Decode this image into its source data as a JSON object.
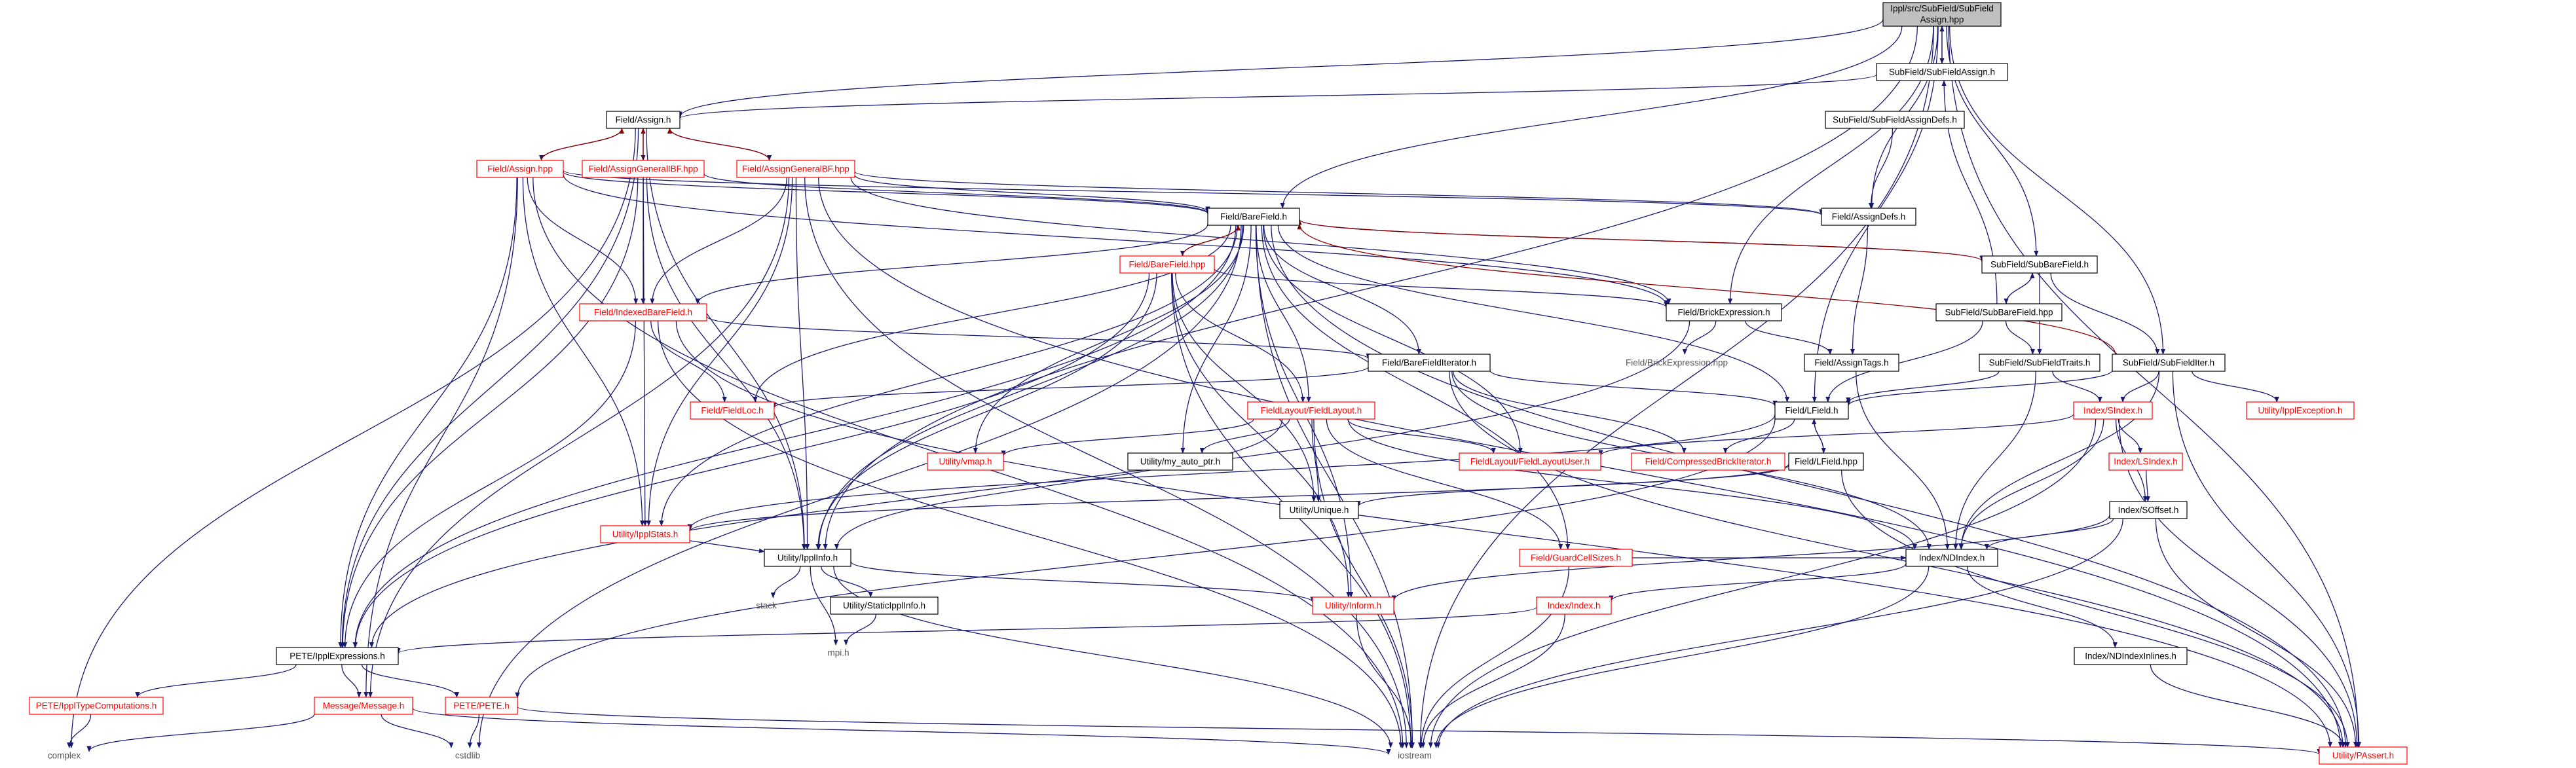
{
  "colors": {
    "edge": "#191970",
    "edge_reverse": "#8b0000",
    "node_border": "#000000",
    "node_border_incomplete": "#ff0000",
    "node_fill": "#ffffff",
    "root_fill": "#bfbfbf",
    "text": "#000000",
    "text_incomplete": "#ff0000",
    "plain_text": "#555555"
  },
  "nodes": [
    {
      "id": "root",
      "label": "Ippl/src/SubField/SubField",
      "label2": "Assign.hpp",
      "style": "root"
    },
    {
      "id": "subfieldassign_h",
      "label": "SubField/SubFieldAssign.h",
      "style": "normal"
    },
    {
      "id": "subfieldassigndefs_h",
      "label": "SubField/SubFieldAssignDefs.h",
      "style": "normal"
    },
    {
      "id": "field_assign_h",
      "label": "Field/Assign.h",
      "style": "normal"
    },
    {
      "id": "field_assign_hpp",
      "label": "Field/Assign.hpp",
      "style": "incomplete"
    },
    {
      "id": "assigngeneralibf_hpp",
      "label": "Field/AssignGeneralIBF.hpp",
      "style": "incomplete"
    },
    {
      "id": "assigngeneralbf_hpp",
      "label": "Field/AssignGeneralBF.hpp",
      "style": "incomplete"
    },
    {
      "id": "assigndefs_h",
      "label": "Field/AssignDefs.h",
      "style": "normal"
    },
    {
      "id": "barefield_h",
      "label": "Field/BareField.h",
      "style": "normal"
    },
    {
      "id": "barefield_hpp",
      "label": "Field/BareField.hpp",
      "style": "incomplete"
    },
    {
      "id": "subbarefield_h",
      "label": "SubField/SubBareField.h",
      "style": "normal"
    },
    {
      "id": "subbarefield_hpp",
      "label": "SubField/SubBareField.hpp",
      "style": "normal"
    },
    {
      "id": "indexedbarefield_h",
      "label": "Field/IndexedBareField.h",
      "style": "incomplete"
    },
    {
      "id": "brickexpression_h",
      "label": "Field/BrickExpression.h",
      "style": "normal"
    },
    {
      "id": "brickexpression_hpp",
      "label": "Field/BrickExpression.hpp",
      "style": "plain"
    },
    {
      "id": "assigntags_h",
      "label": "Field/AssignTags.h",
      "style": "normal"
    },
    {
      "id": "subfieldtraits_h",
      "label": "SubField/SubFieldTraits.h",
      "style": "normal"
    },
    {
      "id": "subfielditer_h",
      "label": "SubField/SubFieldIter.h",
      "style": "normal"
    },
    {
      "id": "barefielditerator_h",
      "label": "Field/BareFieldIterator.h",
      "style": "normal"
    },
    {
      "id": "fieldloc_h",
      "label": "Field/FieldLoc.h",
      "style": "incomplete"
    },
    {
      "id": "lfield_h",
      "label": "Field/LField.h",
      "style": "normal"
    },
    {
      "id": "lfield_hpp",
      "label": "Field/LField.hpp",
      "style": "normal"
    },
    {
      "id": "sindex_h",
      "label": "Index/SIndex.h",
      "style": "incomplete"
    },
    {
      "id": "lsindex_h",
      "label": "Index/LSIndex.h",
      "style": "incomplete"
    },
    {
      "id": "soffset_h",
      "label": "Index/SOffset.h",
      "style": "normal"
    },
    {
      "id": "ipplexception_h",
      "label": "Utility/IpplException.h",
      "style": "incomplete"
    },
    {
      "id": "fieldlayout_h",
      "label": "FieldLayout/FieldLayout.h",
      "style": "incomplete"
    },
    {
      "id": "fieldlayoutuser_h",
      "label": "FieldLayout/FieldLayoutUser.h",
      "style": "incomplete"
    },
    {
      "id": "compressedbrickiterator_h",
      "label": "Field/CompressedBrickIterator.h",
      "style": "incomplete"
    },
    {
      "id": "vmap_h",
      "label": "Utility/vmap.h",
      "style": "incomplete"
    },
    {
      "id": "my_auto_ptr_h",
      "label": "Utility/my_auto_ptr.h",
      "style": "normal"
    },
    {
      "id": "unique_h",
      "label": "Utility/Unique.h",
      "style": "normal"
    },
    {
      "id": "guardcellsizes_h",
      "label": "Field/GuardCellSizes.h",
      "style": "incomplete"
    },
    {
      "id": "ipplstats_h",
      "label": "Utility/IpplStats.h",
      "style": "incomplete"
    },
    {
      "id": "ipplinfo_h",
      "label": "Utility/IpplInfo.h",
      "style": "normal"
    },
    {
      "id": "ndindex_h",
      "label": "Index/NDIndex.h",
      "style": "normal"
    },
    {
      "id": "stack",
      "label": "stack",
      "style": "plain"
    },
    {
      "id": "staticipplinfo_h",
      "label": "Utility/StaticIpplInfo.h",
      "style": "normal"
    },
    {
      "id": "mpi_h",
      "label": "mpi.h",
      "style": "plain"
    },
    {
      "id": "inform_h",
      "label": "Utility/Inform.h",
      "style": "incomplete"
    },
    {
      "id": "index_h",
      "label": "Index/Index.h",
      "style": "incomplete"
    },
    {
      "id": "ndindexinlines_h",
      "label": "Index/NDIndexInlines.h",
      "style": "normal"
    },
    {
      "id": "ipplexpressions_h",
      "label": "PETE/IpplExpressions.h",
      "style": "normal"
    },
    {
      "id": "ippltypecomputations_h",
      "label": "PETE/IpplTypeComputations.h",
      "style": "incomplete"
    },
    {
      "id": "message_h",
      "label": "Message/Message.h",
      "style": "incomplete"
    },
    {
      "id": "pete_h",
      "label": "PETE/PETE.h",
      "style": "incomplete"
    },
    {
      "id": "complex",
      "label": "complex",
      "style": "plain"
    },
    {
      "id": "cstdlib",
      "label": "cstdlib",
      "style": "plain"
    },
    {
      "id": "iostream",
      "label": "iostream",
      "style": "plain"
    },
    {
      "id": "passert_h",
      "label": "Utility/PAssert.h",
      "style": "incomplete"
    }
  ],
  "edges": [
    [
      "root",
      "subfieldassign_h"
    ],
    [
      "root",
      "field_assign_h"
    ],
    [
      "root",
      "assigndefs_h"
    ],
    [
      "root",
      "barefield_h"
    ],
    [
      "root",
      "subbarefield_h"
    ],
    [
      "root",
      "brickexpression_h"
    ],
    [
      "root",
      "subfielditer_h"
    ],
    [
      "root",
      "lfield_h"
    ],
    [
      "root",
      "ipplinfo_h"
    ],
    [
      "root",
      "iostream"
    ],
    [
      "root",
      "passert_h"
    ],
    [
      "subfieldassign_h",
      "root"
    ],
    [
      "subfieldassign_h",
      "field_assign_h"
    ],
    [
      "subfieldassigndefs_h",
      "assigndefs_h"
    ],
    [
      "field_assign_h",
      "field_assign_hpp"
    ],
    [
      "field_assign_h",
      "assigngeneralibf_hpp"
    ],
    [
      "field_assign_h",
      "assigngeneralbf_hpp"
    ],
    [
      "field_assign_h",
      "ipplexpressions_h"
    ],
    [
      "field_assign_h",
      "ipplinfo_h"
    ],
    [
      "field_assign_h",
      "complex"
    ],
    [
      "field_assign_hpp",
      "field_assign_h"
    ],
    [
      "field_assign_hpp",
      "barefield_h"
    ],
    [
      "field_assign_hpp",
      "indexedbarefield_h"
    ],
    [
      "field_assign_hpp",
      "brickexpression_h"
    ],
    [
      "field_assign_hpp",
      "assigndefs_h"
    ],
    [
      "field_assign_hpp",
      "ipplstats_h"
    ],
    [
      "field_assign_hpp",
      "ipplexpressions_h"
    ],
    [
      "field_assign_hpp",
      "iostream"
    ],
    [
      "field_assign_hpp",
      "message_h"
    ],
    [
      "assigngeneralibf_hpp",
      "field_assign_h"
    ],
    [
      "assigngeneralibf_hpp",
      "barefield_h"
    ],
    [
      "assigngeneralibf_hpp",
      "indexedbarefield_h"
    ],
    [
      "assigngeneralibf_hpp",
      "ipplstats_h"
    ],
    [
      "assigngeneralibf_hpp",
      "ipplinfo_h"
    ],
    [
      "assigngeneralibf_hpp",
      "ipplexpressions_h"
    ],
    [
      "assigngeneralbf_hpp",
      "field_assign_h"
    ],
    [
      "assigngeneralbf_hpp",
      "barefield_h"
    ],
    [
      "assigngeneralbf_hpp",
      "brickexpression_h"
    ],
    [
      "assigngeneralbf_hpp",
      "indexedbarefield_h"
    ],
    [
      "assigngeneralbf_hpp",
      "assigndefs_h"
    ],
    [
      "assigngeneralbf_hpp",
      "ipplinfo_h"
    ],
    [
      "assigngeneralbf_hpp",
      "ipplstats_h"
    ],
    [
      "assigngeneralbf_hpp",
      "message_h"
    ],
    [
      "assigngeneralbf_hpp",
      "iostream"
    ],
    [
      "assigngeneralbf_hpp",
      "passert_h"
    ],
    [
      "assigndefs_h",
      "assigntags_h"
    ],
    [
      "barefield_h",
      "barefield_hpp"
    ],
    [
      "barefield_h",
      "subbarefield_h"
    ],
    [
      "barefield_h",
      "indexedbarefield_h"
    ],
    [
      "barefield_h",
      "barefielditerator_h"
    ],
    [
      "barefield_h",
      "fieldloc_h"
    ],
    [
      "barefield_h",
      "lfield_h"
    ],
    [
      "barefield_h",
      "fieldlayout_h"
    ],
    [
      "barefield_h",
      "fieldlayoutuser_h"
    ],
    [
      "barefield_h",
      "vmap_h"
    ],
    [
      "barefield_h",
      "my_auto_ptr_h"
    ],
    [
      "barefield_h",
      "ipplstats_h"
    ],
    [
      "barefield_h",
      "ipplinfo_h"
    ],
    [
      "barefield_h",
      "inform_h"
    ],
    [
      "barefield_h",
      "ipplexpressions_h"
    ],
    [
      "barefield_h",
      "iostream"
    ],
    [
      "barefield_h",
      "cstdlib"
    ],
    [
      "barefield_h",
      "guardcellsizes_h"
    ],
    [
      "barefield_h",
      "passert_h"
    ],
    [
      "barefield_hpp",
      "barefield_h"
    ],
    [
      "barefield_hpp",
      "brickexpression_h"
    ],
    [
      "barefield_hpp",
      "fieldlayout_h"
    ],
    [
      "barefield_hpp",
      "unique_h"
    ],
    [
      "barefield_hpp",
      "ipplinfo_h"
    ],
    [
      "barefield_hpp",
      "ipplexpressions_h"
    ],
    [
      "barefield_hpp",
      "iostream"
    ],
    [
      "barefield_hpp",
      "inform_h"
    ],
    [
      "subbarefield_h",
      "subbarefield_hpp"
    ],
    [
      "subbarefield_h",
      "subfielditer_h"
    ],
    [
      "subbarefield_h",
      "subfieldtraits_h"
    ],
    [
      "subbarefield_h",
      "barefield_h"
    ],
    [
      "subbarefield_h",
      "pipe_ipplinfo"
    ],
    [
      "subbarefield_hpp",
      "subbarefield_h"
    ],
    [
      "subbarefield_hpp",
      "subfieldtraits_h"
    ],
    [
      "subbarefield_hpp",
      "lfield_h"
    ],
    [
      "subbarefield_hpp",
      "subfieldassign_h"
    ],
    [
      "indexedbarefield_h",
      "barefielditerator_h"
    ],
    [
      "indexedbarefield_h",
      "fieldloc_h"
    ],
    [
      "indexedbarefield_h",
      "ipplexpressions_h"
    ],
    [
      "indexedbarefield_h",
      "iostream"
    ],
    [
      "indexedbarefield_h",
      "passert_h"
    ],
    [
      "brickexpression_h",
      "brickexpression_hpp"
    ],
    [
      "brickexpression_h",
      "assigntags_h"
    ],
    [
      "brickexpression_h",
      "ipplexpressions_h"
    ],
    [
      "assigntags_h",
      "ndindex_h"
    ],
    [
      "subfieldtraits_h",
      "lfield_h"
    ],
    [
      "subfieldtraits_h",
      "ndindex_h"
    ],
    [
      "subfieldtraits_h",
      "sindex_h"
    ],
    [
      "subfielditer_h",
      "barefield_h"
    ],
    [
      "subfielditer_h",
      "lfield_h"
    ],
    [
      "subfielditer_h",
      "sindex_h"
    ],
    [
      "subfielditer_h",
      "ndindex_h"
    ],
    [
      "subfielditer_h",
      "ipplexception_h"
    ],
    [
      "subfielditer_h",
      "passert_h"
    ],
    [
      "barefielditerator_h",
      "lfield_h"
    ],
    [
      "barefielditerator_h",
      "fieldloc_h"
    ],
    [
      "barefielditerator_h",
      "compressedbrickiterator_h"
    ],
    [
      "barefielditerator_h",
      "ndindex_h"
    ],
    [
      "barefielditerator_h",
      "passert_h"
    ],
    [
      "lfield_h",
      "lfield_hpp"
    ],
    [
      "lfield_h",
      "compressedbrickiterator_h"
    ],
    [
      "lfield_h",
      "ipplstats_h"
    ],
    [
      "lfield_h",
      "pete_h"
    ],
    [
      "lfield_hpp",
      "lfield_h"
    ],
    [
      "lfield_hpp",
      "unique_h"
    ],
    [
      "lfield_hpp",
      "ipplstats_h"
    ],
    [
      "lfield_hpp",
      "passert_h"
    ],
    [
      "sindex_h",
      "lsindex_h"
    ],
    [
      "sindex_h",
      "soffset_h"
    ],
    [
      "sindex_h",
      "ndindex_h"
    ],
    [
      "sindex_h",
      "fieldlayoutuser_h"
    ],
    [
      "sindex_h",
      "iostream"
    ],
    [
      "sindex_h",
      "passert_h"
    ],
    [
      "lsindex_h",
      "soffset_h"
    ],
    [
      "soffset_h",
      "ndindex_h"
    ],
    [
      "soffset_h",
      "passert_h"
    ],
    [
      "soffset_h",
      "iostream"
    ],
    [
      "soffset_h",
      "inform_h"
    ],
    [
      "fieldlayout_h",
      "fieldlayoutuser_h"
    ],
    [
      "fieldlayout_h",
      "vmap_h"
    ],
    [
      "fieldlayout_h",
      "my_auto_ptr_h"
    ],
    [
      "fieldlayout_h",
      "unique_h"
    ],
    [
      "fieldlayout_h",
      "guardcellsizes_h"
    ],
    [
      "fieldlayout_h",
      "ndindex_h"
    ],
    [
      "fieldlayout_h",
      "ipplinfo_h"
    ],
    [
      "fieldlayout_h",
      "iostream"
    ],
    [
      "guardcellsizes_h",
      "ndindex_h"
    ],
    [
      "guardcellsizes_h",
      "iostream"
    ],
    [
      "ipplstats_h",
      "ipplinfo_h"
    ],
    [
      "ipplinfo_h",
      "stack"
    ],
    [
      "ipplinfo_h",
      "staticipplinfo_h"
    ],
    [
      "ipplinfo_h",
      "mpi_h"
    ],
    [
      "ipplinfo_h",
      "inform_h"
    ],
    [
      "ipplinfo_h",
      "iostream"
    ],
    [
      "staticipplinfo_h",
      "mpi_h"
    ],
    [
      "ndindex_h",
      "index_h"
    ],
    [
      "ndindex_h",
      "ndindexinlines_h"
    ],
    [
      "ndindex_h",
      "iostream"
    ],
    [
      "inform_h",
      "iostream"
    ],
    [
      "index_h",
      "ipplexpressions_h"
    ],
    [
      "index_h",
      "iostream"
    ],
    [
      "ndindexinlines_h",
      "passert_h"
    ],
    [
      "ipplexpressions_h",
      "ippltypecomputations_h"
    ],
    [
      "ipplexpressions_h",
      "message_h"
    ],
    [
      "ipplexpressions_h",
      "pete_h"
    ],
    [
      "ippltypecomputations_h",
      "complex"
    ],
    [
      "message_h",
      "complex"
    ],
    [
      "message_h",
      "cstdlib"
    ],
    [
      "message_h",
      "iostream"
    ],
    [
      "pete_h",
      "cstdlib"
    ],
    [
      "pete_h",
      "passert_h"
    ]
  ]
}
